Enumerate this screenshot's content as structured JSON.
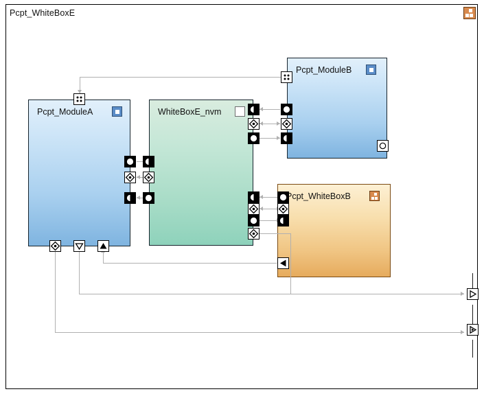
{
  "diagram": {
    "title": "Pcpt_WhiteBoxE",
    "frame_icon": "whitebox-icon"
  },
  "blocks": [
    {
      "id": "module-a",
      "label": "Pcpt_ModuleA",
      "kind": "module",
      "badge": "blue-square-icon",
      "color": "#a9d0ef"
    },
    {
      "id": "whiteboxe-nvm",
      "label": "WhiteBoxE_nvm",
      "kind": "nvm-block",
      "badge": "white-square-icon",
      "color": "#a8dcc7"
    },
    {
      "id": "module-b",
      "label": "Pcpt_ModuleB",
      "kind": "module",
      "badge": "blue-square-icon",
      "color": "#a9d0ef"
    },
    {
      "id": "whitebox-b",
      "label": "Pcpt_WhiteBoxB",
      "kind": "whitebox",
      "badge": "whitebox-icon",
      "color": "#f0c583"
    }
  ],
  "ports": {
    "module_a": [
      {
        "name": "port-config-top",
        "glyph": "four-dots"
      },
      {
        "name": "port-provided-right",
        "glyph": "filled-circle"
      },
      {
        "name": "port-complex-right",
        "glyph": "diamond"
      },
      {
        "name": "port-required-right",
        "glyph": "half-circle"
      },
      {
        "name": "port-complex-bottom",
        "glyph": "diamond"
      },
      {
        "name": "port-trigger-out",
        "glyph": "triangle-down-hollow"
      },
      {
        "name": "port-trigger-in",
        "glyph": "triangle-up-filled"
      }
    ],
    "whiteboxe_nvm": [
      {
        "name": "port-required-left",
        "glyph": "half-circle"
      },
      {
        "name": "port-complex-left",
        "glyph": "diamond"
      },
      {
        "name": "port-provided-left",
        "glyph": "filled-circle"
      },
      {
        "name": "port-required-topright",
        "glyph": "half-circle"
      },
      {
        "name": "port-complex-topright",
        "glyph": "diamond"
      },
      {
        "name": "port-provided-topright",
        "glyph": "filled-circle"
      },
      {
        "name": "port-required-botright",
        "glyph": "half-circle"
      },
      {
        "name": "port-complex-botright",
        "glyph": "diamond"
      },
      {
        "name": "port-provided-botright",
        "glyph": "filled-circle"
      },
      {
        "name": "port-complex-bottom",
        "glyph": "diamond"
      }
    ],
    "module_b": [
      {
        "name": "port-config-left",
        "glyph": "four-dots"
      },
      {
        "name": "port-provided-left",
        "glyph": "filled-circle"
      },
      {
        "name": "port-complex-left",
        "glyph": "diamond"
      },
      {
        "name": "port-required-left",
        "glyph": "half-circle"
      },
      {
        "name": "port-status-bottom",
        "glyph": "hollow-circle"
      }
    ],
    "whitebox_b": [
      {
        "name": "port-provided-left",
        "glyph": "filled-circle"
      },
      {
        "name": "port-complex-left",
        "glyph": "diamond"
      },
      {
        "name": "port-required-left",
        "glyph": "half-circle"
      },
      {
        "name": "port-trigger-left",
        "glyph": "triangle-left-filled"
      }
    ],
    "frame_edge": [
      {
        "name": "port-trigger-out-upper",
        "glyph": "triangle-right-hollow"
      },
      {
        "name": "port-trigger-out-lower",
        "glyph": "triangle-right-nested"
      }
    ]
  },
  "colors": {
    "wire": "#b0b0b0",
    "frame_border": "#000000",
    "blue_block": "#a9d0ef",
    "green_block": "#a8dcc7",
    "orange_block": "#f0c583"
  }
}
